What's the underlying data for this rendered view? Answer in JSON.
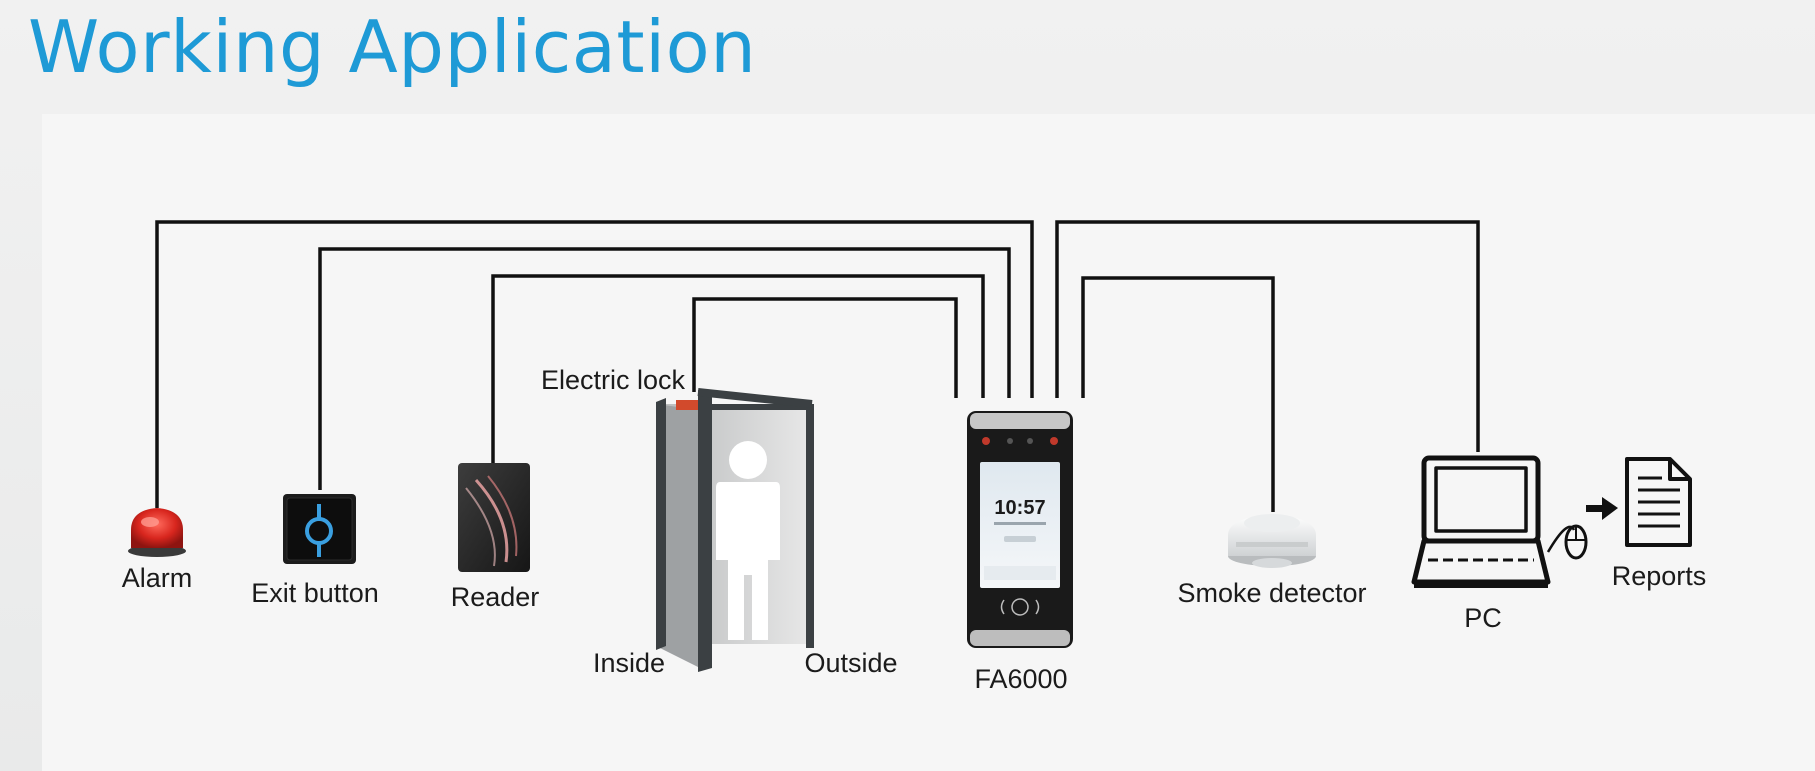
{
  "page": {
    "title": "Working Application"
  },
  "diagram": {
    "nodes": {
      "alarm": "Alarm",
      "exit_button": "Exit button",
      "reader": "Reader",
      "electric_lock": "Electric lock",
      "inside": "Inside",
      "outside": "Outside",
      "device": "FA6000",
      "smoke_detector": "Smoke detector",
      "pc": "PC",
      "reports": "Reports"
    },
    "device_screen": {
      "time": "10:57"
    },
    "edges": [
      {
        "from": "alarm",
        "to": "device"
      },
      {
        "from": "exit_button",
        "to": "device"
      },
      {
        "from": "reader",
        "to": "device"
      },
      {
        "from": "electric_lock",
        "to": "device"
      },
      {
        "from": "device",
        "to": "pc"
      },
      {
        "from": "device",
        "to": "smoke_detector"
      },
      {
        "from": "pc",
        "to": "reports"
      }
    ],
    "colors": {
      "title": "#1e9ad6",
      "wire": "#111111",
      "alarm": "#d8261e",
      "exit_ring": "#3a9fe0",
      "door_frame": "#3b4043",
      "person": "#ffffff"
    }
  }
}
